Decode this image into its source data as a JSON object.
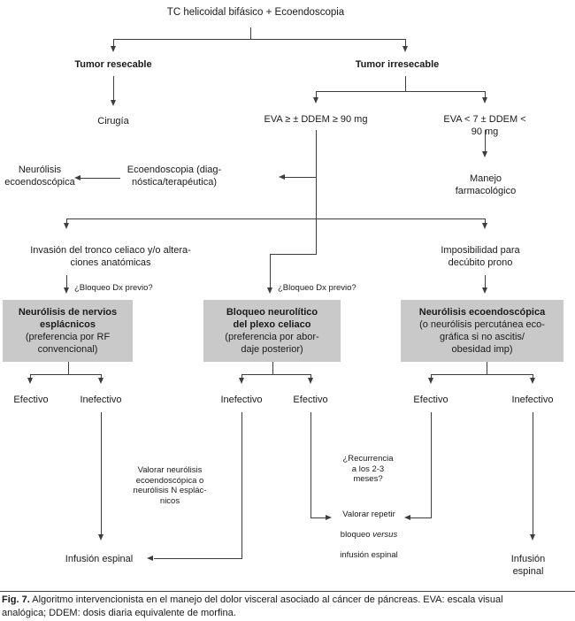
{
  "palette": {
    "box_fill": "#c9c9c9",
    "line_color": "#3d3d3d",
    "text_color": "#1a1a1a",
    "background": "#ffffff"
  },
  "flowchart": {
    "title": "TC helicoidal bifásico + Ecoendoscopia",
    "tumor_resecable": "Tumor resecable",
    "tumor_irresecable": "Tumor irresecable",
    "cirugia": "Cirugía",
    "eva_alta": "EVA ≥ ± DDEM ≥ 90 mg",
    "eva_baja": "EVA < 7 ± DDEM < 90 mg",
    "manejo_farmacologico": "Manejo farmacológico",
    "neurolisis_ecoendoscopica": "Neurólisis\necoendoscópica",
    "ecoendoscopia": "Ecoendoscopia (diag-\nnóstica/terapéutica)",
    "invasion": "Invasión del tronco celiaco y/o altera-\nciones anatómicas",
    "imposibilidad": "Imposibilidad para\ndecúbito prono",
    "bloqueo_dx": "¿Bloqueo Dx previo?",
    "boxes": [
      {
        "title": "Neurólisis de nervios\nesplácnicos",
        "subtitle": "(preferencia por RF\nconvencional)"
      },
      {
        "title": "Bloqueo neurolítico\ndel plexo celiaco",
        "subtitle": "(preferencia por abor-\ndaje posterior)"
      },
      {
        "title": "Neurólisis ecoendoscópica",
        "subtitle": "(o neurólisis percutánea eco-\ngráfica si no ascitis/\nobesidad imp)"
      }
    ],
    "outcomes": [
      "Efectivo",
      "Inefectivo",
      "Inefectivo",
      "Efectivo",
      "Efectivo",
      "Inefectivo"
    ],
    "valorar_neurolisis": "Valorar neurólisis\necoendoscópica o\nneurólisis N esplác-\nnicos",
    "recurrencia": "¿Recurrencia\na los 2-3\nmeses?",
    "valorar_repetir": {
      "line1": "Valorar repetir",
      "line2_pre": "bloqueo ",
      "versus": "versus",
      "line3": "infusión espinal"
    },
    "infusion_espinal_izq": "Infusión espinal",
    "infusion_espinal_der": "Infusión espinal"
  },
  "caption": {
    "fig_label": "Fig. 7.",
    "line1": "Algoritmo intervencionista en el manejo del dolor visceral asociado al cáncer de páncreas. EVA: escala visual",
    "line2": "analógica; DDEM: dosis diaria equivalente de morfina."
  }
}
